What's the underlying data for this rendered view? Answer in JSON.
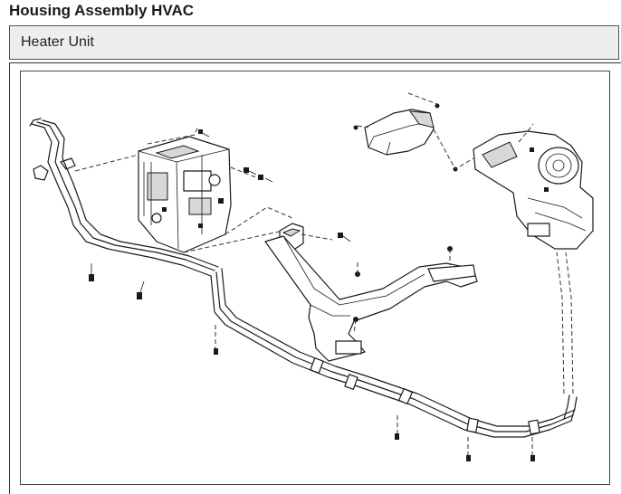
{
  "page": {
    "title": "Housing Assembly HVAC"
  },
  "section": {
    "title": "Heater Unit"
  },
  "figure": {
    "components": [
      "heater-hoses",
      "heater-unit",
      "defroster-duct",
      "side-duct",
      "blower-unit",
      "bracket",
      "fasteners"
    ]
  }
}
